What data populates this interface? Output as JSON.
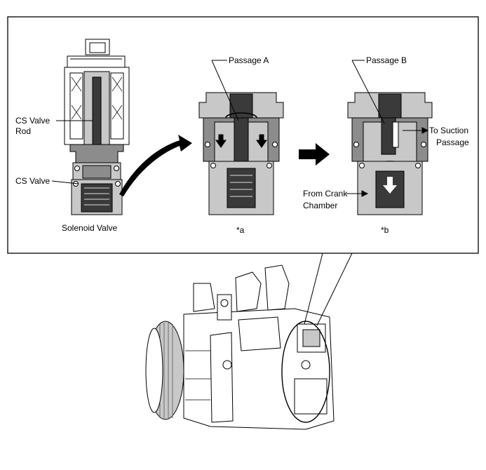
{
  "labels": {
    "cs_valve_rod_line1": "CS Valve",
    "cs_valve_rod_line2": "Rod",
    "cs_valve": "CS Valve",
    "solenoid_valve": "Solenoid Valve",
    "passage_a": "Passage A",
    "passage_b": "Passage B",
    "to_suction_line1": "To Suction",
    "to_suction_line2": "Passage",
    "from_crank_line1": "From Crank",
    "from_crank_line2": "Chamber",
    "state_a": "*a",
    "state_b": "*b"
  },
  "colors": {
    "line": "#000000",
    "dark_fill": "#3a3a3a",
    "mid_fill": "#8c8c8c",
    "light_fill": "#c8c8c8",
    "background": "#ffffff"
  }
}
